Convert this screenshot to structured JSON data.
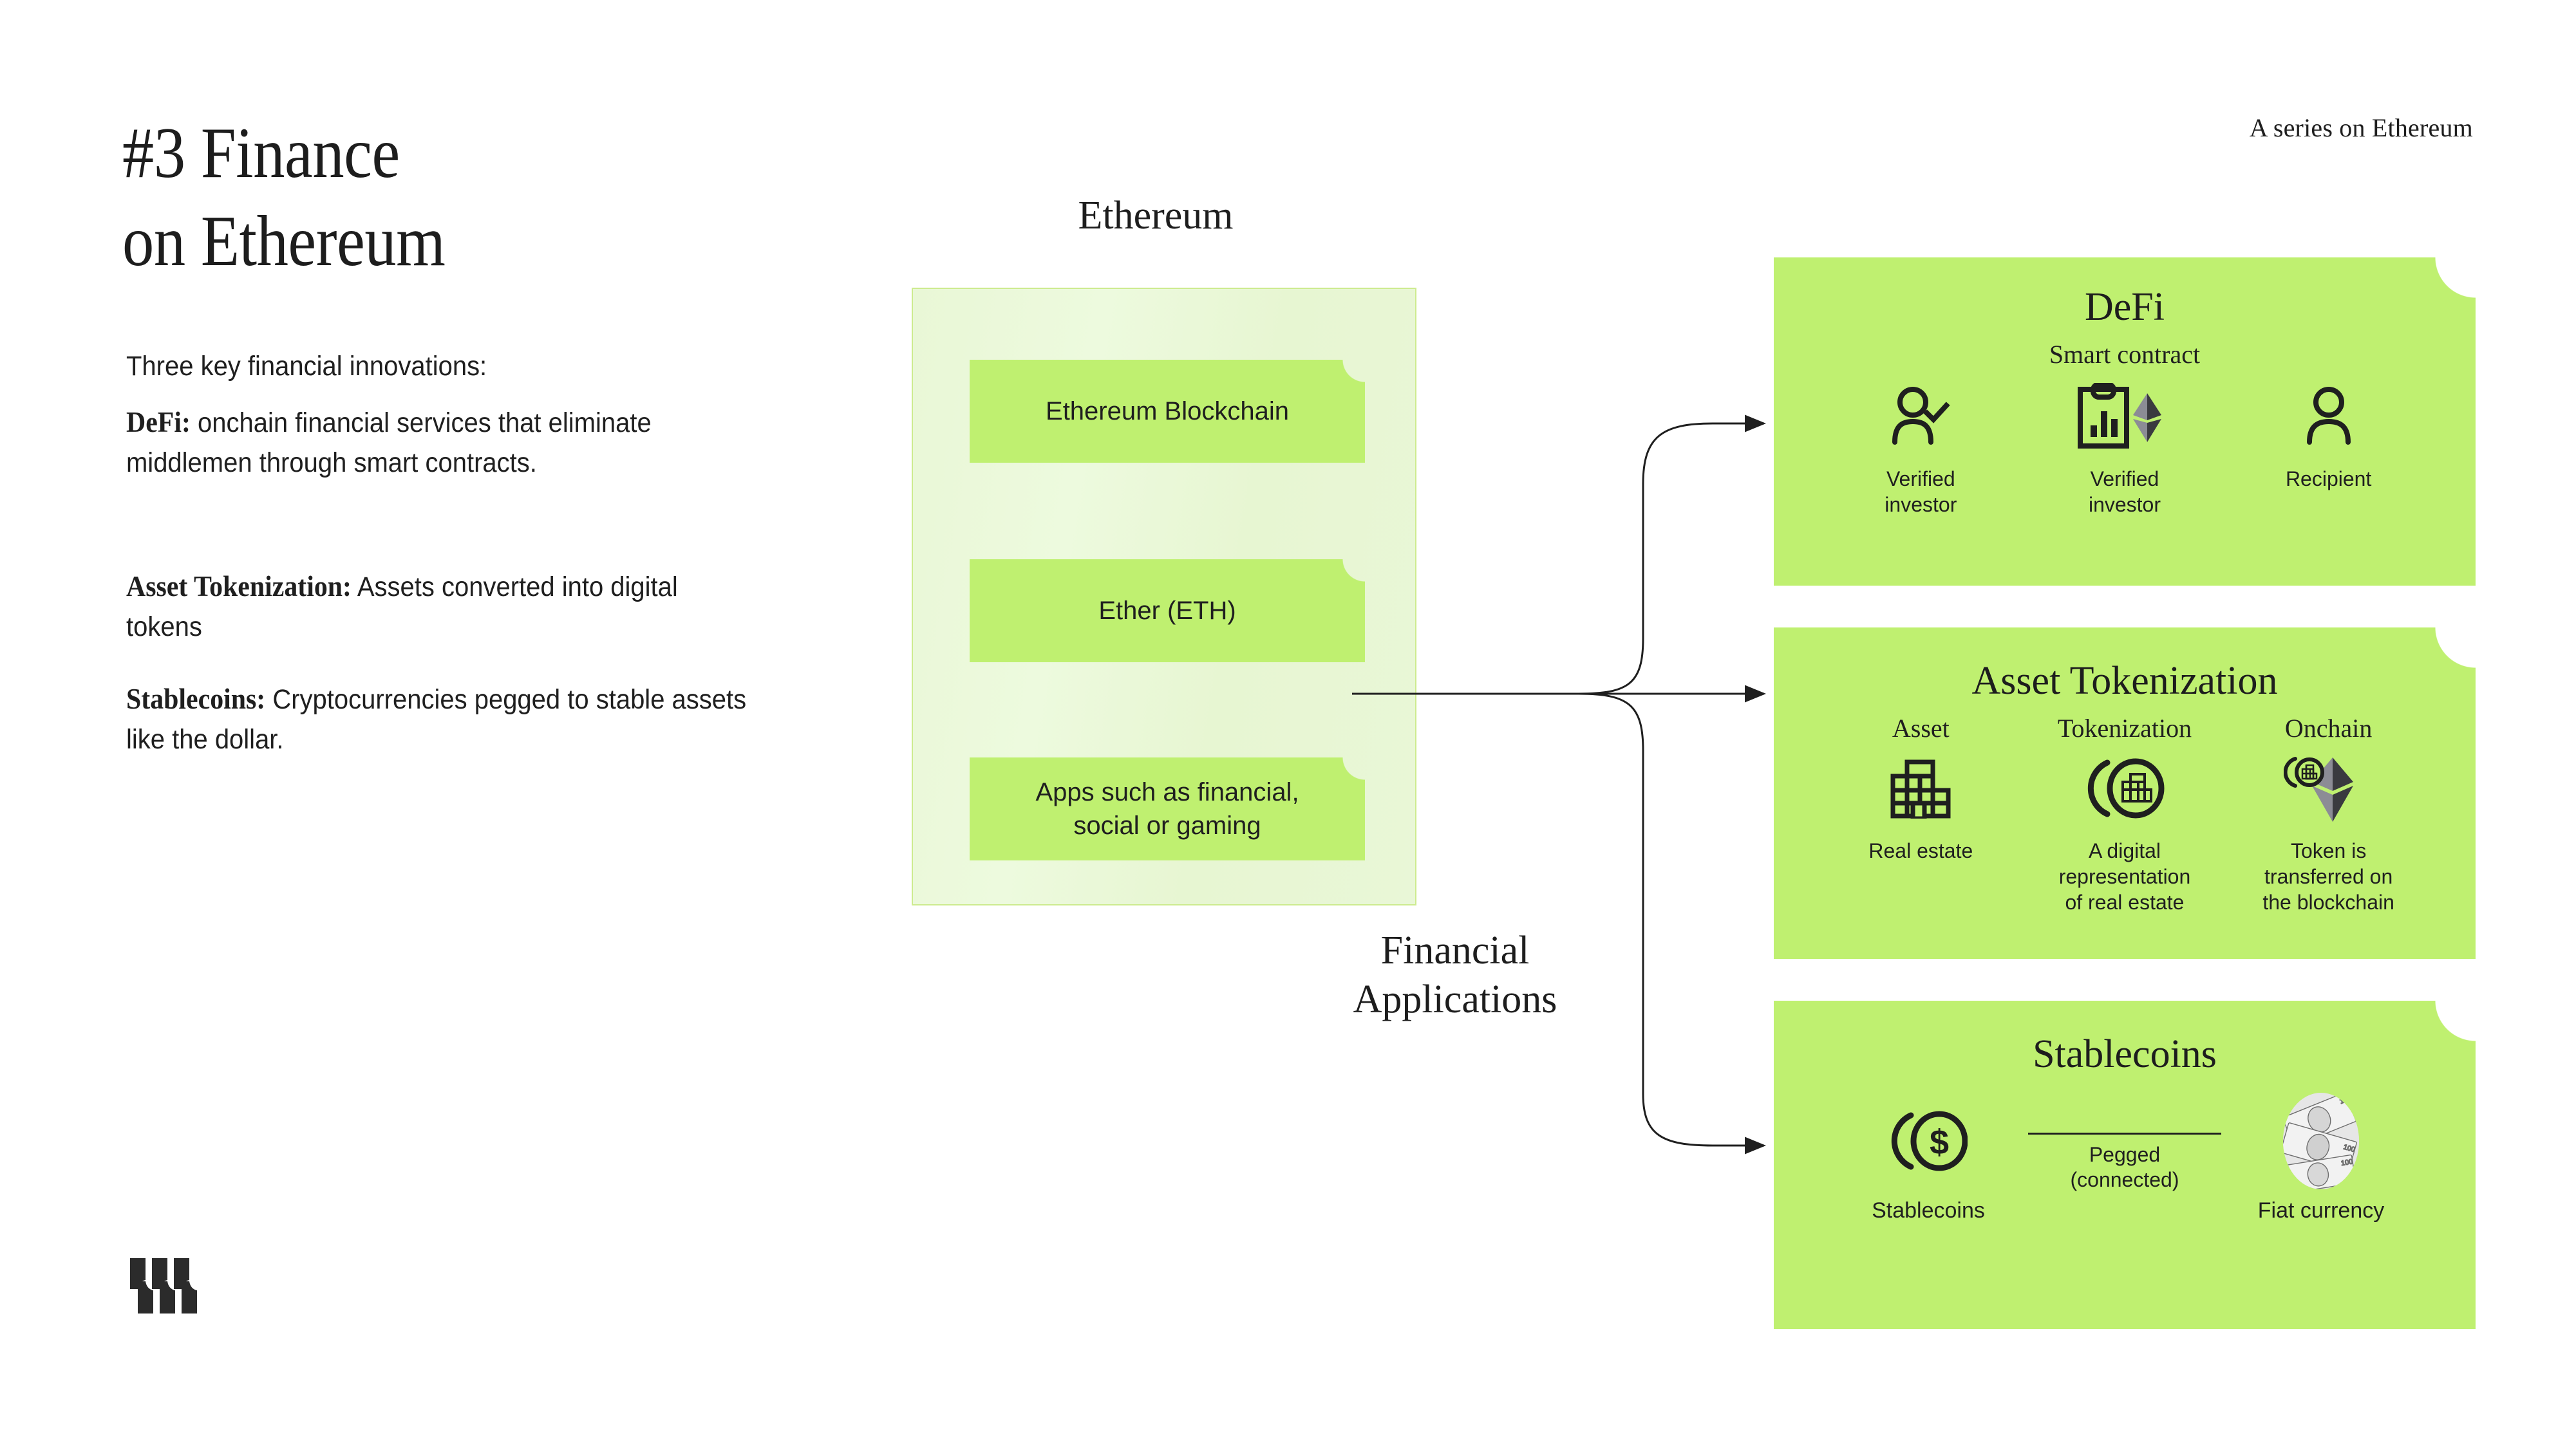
{
  "header": {
    "series_label": "A series on Ethereum",
    "title": "#3 Finance\non Ethereum"
  },
  "intro": {
    "lead": "Three key financial innovations:",
    "bullets": [
      {
        "term": "DeFi:",
        "text": " onchain financial services that eliminate middlemen through smart contracts."
      },
      {
        "term": "Asset Tokenization:",
        "text": " Assets converted into digital tokens"
      },
      {
        "term": "Stablecoins:",
        "text": " Cryptocurrencies pegged to stable assets like the dollar."
      }
    ]
  },
  "stack": {
    "title": "Ethereum",
    "layers": [
      {
        "label": "Ethereum Blockchain"
      },
      {
        "label": "Ether (ETH)"
      },
      {
        "label": "Apps such as financial,\nsocial or gaming"
      }
    ]
  },
  "branch": {
    "label": "Financial\nApplications"
  },
  "cards": [
    {
      "title": "DeFi",
      "subtitle": "Smart contract",
      "columns": [
        {
          "head": "",
          "icon": "person-verified-icon",
          "caption": "Verified\ninvestor"
        },
        {
          "head": "",
          "icon": "smart-contract-icon",
          "caption": "Verified\ninvestor"
        },
        {
          "head": "",
          "icon": "person-icon",
          "caption": "Recipient"
        }
      ]
    },
    {
      "title": "Asset Tokenization",
      "subtitle": "",
      "columns": [
        {
          "head": "Asset",
          "icon": "building-icon",
          "caption": "Real estate"
        },
        {
          "head": "Tokenization",
          "icon": "token-building-icon",
          "caption": "A digital\nrepresentation\nof real estate"
        },
        {
          "head": "Onchain",
          "icon": "onchain-eth-icon",
          "caption": "Token is\ntransferred on\nthe blockchain"
        }
      ]
    },
    {
      "title": "Stablecoins",
      "left": {
        "icon": "dollar-coin-icon",
        "caption": "Stablecoins"
      },
      "middle": {
        "caption": "Pegged\n(connected)"
      },
      "right": {
        "icon": "fiat-banknotes-icon",
        "caption": "Fiat currency"
      }
    }
  ],
  "colors": {
    "card_green": "#bff070",
    "container_green": "#eaf7d8",
    "container_border": "#cdeb8f",
    "ink": "#1f1f1f",
    "eth_light": "#8c8c95",
    "eth_dark": "#2f2f33"
  }
}
